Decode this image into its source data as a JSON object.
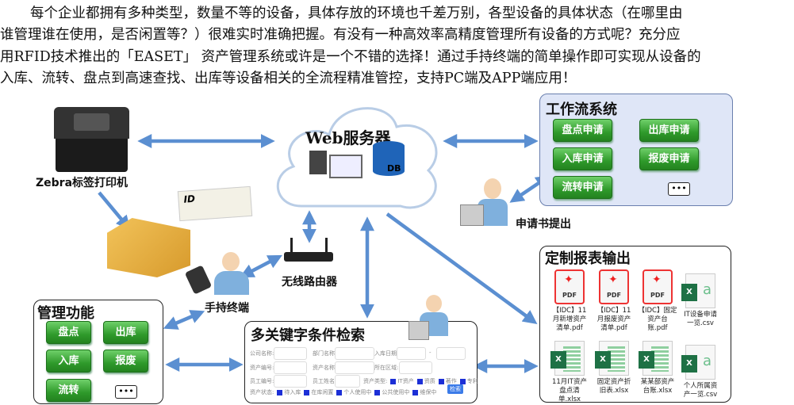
{
  "paragraph": [
    "每个企业都拥有多种类型，数量不等的设备，具体存放的环境也千差万别，各型设备的具体状态（在哪里由",
    "谁管理谁在使用，是否闲置等？）很难实时准确把握。有没有一种高效率高精度管理所有设备的方式呢？充分应",
    "用RFID技术推出的「EASET」 资产管理系统或许是一个不错的选择！通过手持终端的简单操作即可实现从设备的",
    "入库、流转、盘点到高速查找、出库等设备相关的全流程精准管控，支持PC端及APP端应用！"
  ],
  "printer_label": "Zebra标签打印机",
  "server": {
    "title": "Web服务器",
    "db": "DB"
  },
  "workflow": {
    "title": "工作流系统",
    "buttons": [
      "盘点申请",
      "出库申请",
      "入库申请",
      "报废申请",
      "流转申请"
    ],
    "more": "•••"
  },
  "applicant_label": "申请书提出",
  "router_label": "无线路由器",
  "handheld_label": "手持终端",
  "management": {
    "title": "管理功能",
    "buttons": [
      "盘点",
      "出库",
      "入库",
      "报废",
      "流转"
    ],
    "more": "•••"
  },
  "search": {
    "title": "多关键字条件检索",
    "fields": [
      "公司名称:",
      "部门名称:",
      "入库日期:",
      "资产编号:",
      "资产名称:",
      "所在区域:",
      "员工编号:",
      "员工姓名:",
      "资产类型:",
      "资产状态:"
    ],
    "date_sep": "-",
    "types": [
      "IT资产",
      "资质",
      "著作",
      "专利"
    ],
    "statuses": [
      "待入库",
      "在库闲置",
      "个人使用中",
      "公共使用中",
      "维保中"
    ],
    "button": "检索"
  },
  "report": {
    "title": "定制报表输出",
    "files": [
      "【IDC】11月新增资产清单.pdf",
      "【IDC】11月报废资产清单.pdf",
      "【IDC】固定资产台账.pdf",
      "IT设备申请一览.csv",
      "11月IT资产盘点清单.xlsx",
      "固定资产折旧表.xlsx",
      "某某部资产台账.xlsx",
      "个人所属资产一览.csv"
    ]
  },
  "tag_text": "ID",
  "colors": {
    "arrow": "#5b8fd1",
    "green": "#2f9a2b",
    "workflow_bg": "#dfe6f7"
  }
}
